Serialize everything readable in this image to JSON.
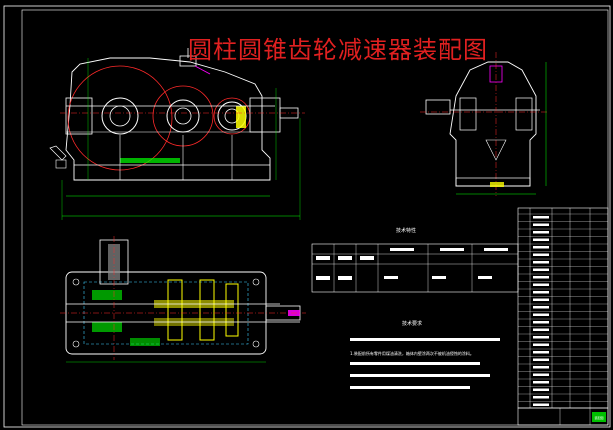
{
  "drawing": {
    "title": "圆柱圆锥齿轮减速器装配图",
    "background": "#000000",
    "colors": {
      "frame": "#ffffff",
      "title": "#e02020",
      "outline": "#ffffff",
      "centerline": "#ff2a2a",
      "dimension": "#00ff00",
      "hidden": "#3fd0ff",
      "gear": "#ffff00",
      "highlight": "#ff00ff",
      "fill_grey": "#8c8c8c"
    }
  },
  "tables": {
    "spec_table_title": "技术特性",
    "notes_title": "技术要求",
    "note_line": "1.装配前所有零件用煤油清洗，箱体内壁涂两次不被机油侵蚀的涂料。"
  },
  "title_block": {
    "stamp": "装配图"
  }
}
